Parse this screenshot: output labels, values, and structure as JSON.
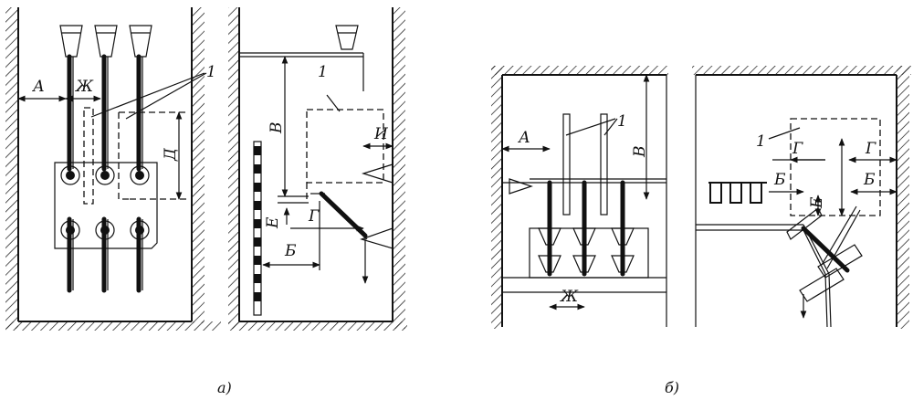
{
  "labels": {
    "A": "А",
    "Zh": "Ж",
    "D": "Д",
    "V": "В",
    "I": "И",
    "G": "Г",
    "B": "Б",
    "E": "Е",
    "one": "1"
  },
  "captions": {
    "a": "а)",
    "b": "б)"
  }
}
